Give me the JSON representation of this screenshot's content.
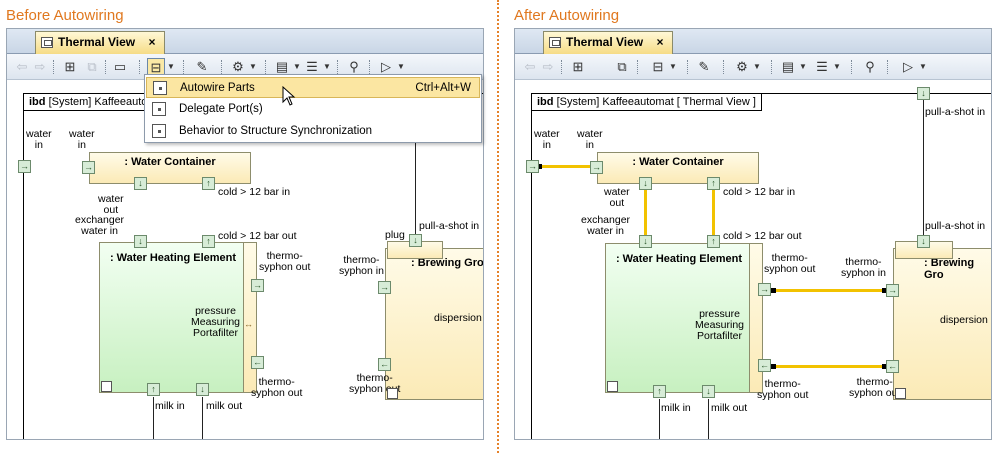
{
  "captions": {
    "before": "Before Autowiring",
    "after": "After Autowiring"
  },
  "tab": {
    "title": "Thermal View",
    "close": "×"
  },
  "menu": {
    "items": [
      {
        "label": "Autowire Parts",
        "shortcut": "Ctrl+Alt+W"
      },
      {
        "label": "Delegate Port(s)",
        "shortcut": ""
      },
      {
        "label": "Behavior to Structure Synchronization",
        "shortcut": ""
      }
    ]
  },
  "before": {
    "frame_kind": "ibd",
    "frame_name": "[System] Kaffeeautom"
  },
  "after": {
    "frame_kind": "ibd",
    "frame_name": "[System] Kaffeeautomat [ Thermal View ]"
  },
  "parts": {
    "water_container": ": Water Container",
    "water_heating": ": Water Heating Element",
    "brewing_before": ": Brewing Gro",
    "brewing_after": ": Brewing Gro"
  },
  "labels": {
    "water_in": "water\nin",
    "water_out": "water\nout",
    "cold_12_in": "cold > 12 bar in",
    "exchanger_water_in": "exchanger\nwater in",
    "cold_12_out": "cold > 12 bar out",
    "thermo_syphon_out": "thermo-\nsyphon out",
    "pressure": "pressure\nMeasuring\nPortafilter",
    "thermo_syphon_in": "thermo-\nsyphon in",
    "milk_in": "milk in",
    "milk_out": "milk out",
    "plug": "plug",
    "pull_a_shot_in": "pull-a-shot in",
    "dispersion": "dispersion"
  },
  "colors": {
    "caption": "#e0781f",
    "wire": "#f2c200",
    "highlight": "#fbe6a2"
  }
}
